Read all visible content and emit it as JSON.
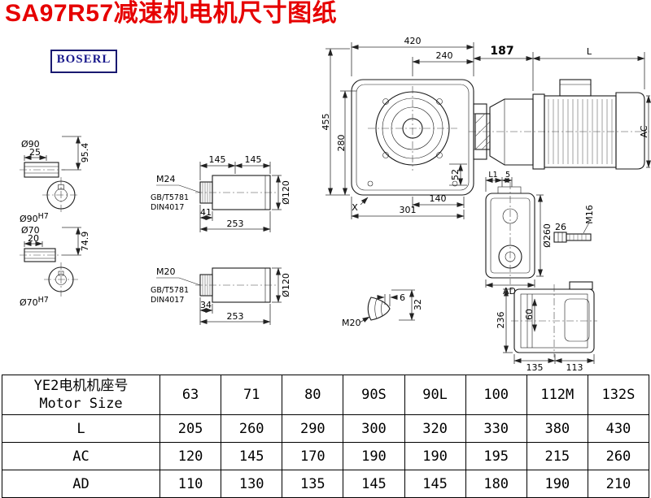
{
  "title": "SA97R57减速机电机尺寸图纸",
  "logo": "BOSERL",
  "front_view": {
    "w420": "420",
    "w240": "240",
    "h455": "455",
    "h280": "280",
    "d52": "52",
    "w140": "140",
    "w301": "301",
    "x_mark": "X"
  },
  "side_view": {
    "d187": "187",
    "len_L": "L",
    "ac": "AC"
  },
  "shaft_a": {
    "dia": "Ø90",
    "len": "25",
    "height": "95.4",
    "fit_base": "Ø90",
    "fit_sup": "H7"
  },
  "shaft_b": {
    "dia": "Ø70",
    "len": "20",
    "height": "74.9",
    "fit_base": "Ø70",
    "fit_sup": "H7"
  },
  "detail_a": {
    "seg1": "145",
    "seg2": "145",
    "dia": "Ø120",
    "thread": "M24",
    "std1": "GB/T5781",
    "std2": "DIN4017",
    "len1": "41",
    "len2": "253"
  },
  "detail_b": {
    "dia": "Ø120",
    "thread": "M20",
    "std1": "GB/T5781",
    "std2": "DIN4017",
    "len1": "34",
    "len2": "253"
  },
  "detail_c": {
    "l1": "L1",
    "d5": "5",
    "dia": "Ø260",
    "ad": "AD",
    "bolt_thread": "M16",
    "bolt_len": "26"
  },
  "detail_d": {
    "d6": "6",
    "d32": "32",
    "thread": "M20"
  },
  "rear_view": {
    "h236": "236",
    "h60": "60",
    "w135": "135",
    "w113": "113"
  },
  "table": {
    "header_cn": "YE2电机机座号",
    "header_en": "Motor Size",
    "sizes": [
      "63",
      "71",
      "80",
      "90S",
      "90L",
      "100",
      "112M",
      "132S"
    ],
    "rows": [
      {
        "label": "L",
        "values": [
          "205",
          "260",
          "290",
          "300",
          "320",
          "330",
          "380",
          "430"
        ]
      },
      {
        "label": "AC",
        "values": [
          "120",
          "145",
          "170",
          "190",
          "190",
          "195",
          "215",
          "260"
        ]
      },
      {
        "label": "AD",
        "values": [
          "110",
          "130",
          "135",
          "145",
          "145",
          "180",
          "190",
          "210"
        ]
      }
    ]
  }
}
